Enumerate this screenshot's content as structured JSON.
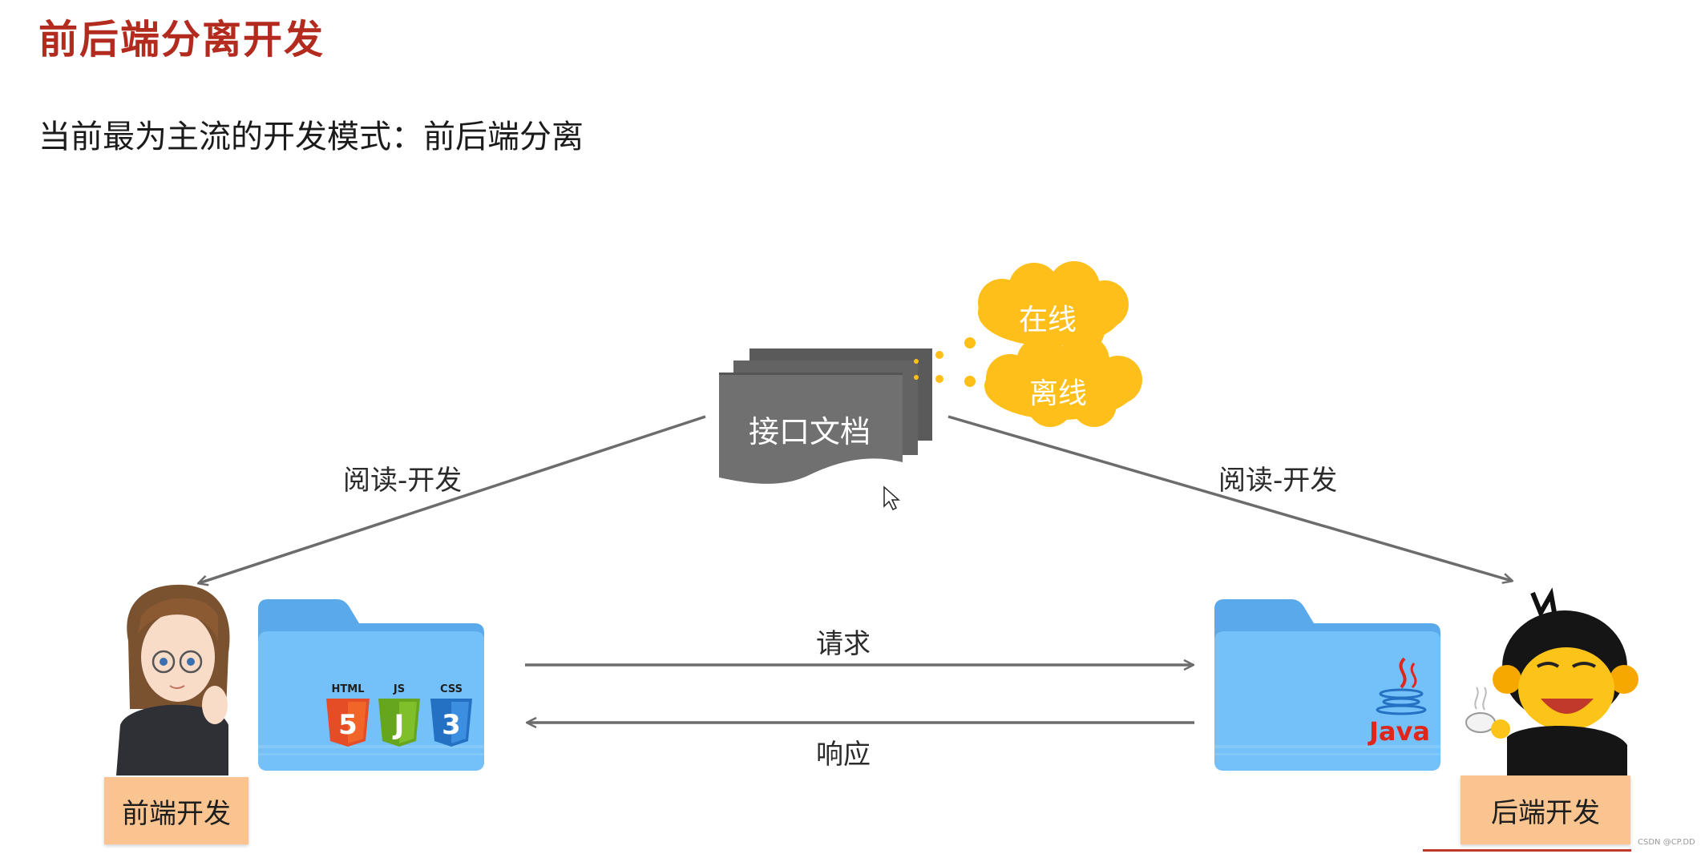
{
  "title": "前后端分离开发",
  "subtitle": "当前最为主流的开发模式：前后端分离",
  "doc": {
    "label": "接口文档",
    "clouds": [
      "在线",
      "离线"
    ]
  },
  "arrows": {
    "left_label": "阅读-开发",
    "right_label": "阅读-开发",
    "request_label": "请求",
    "response_label": "响应"
  },
  "frontend": {
    "label": "前端开发",
    "badges": [
      "HTML",
      "JS",
      "CSS"
    ]
  },
  "backend": {
    "label": "后端开发",
    "badge": "Java"
  },
  "watermark": "CSDN @CP.DD",
  "colors": {
    "title": "#b32a1e",
    "cloud": "#ffbf1a",
    "doc": "#6f6f6f",
    "folder": "#5ab0f0",
    "label_box": "#f9c490",
    "html": "#e44d26",
    "js": "#66a61e",
    "css": "#2470c2",
    "java": "#e0251b"
  }
}
